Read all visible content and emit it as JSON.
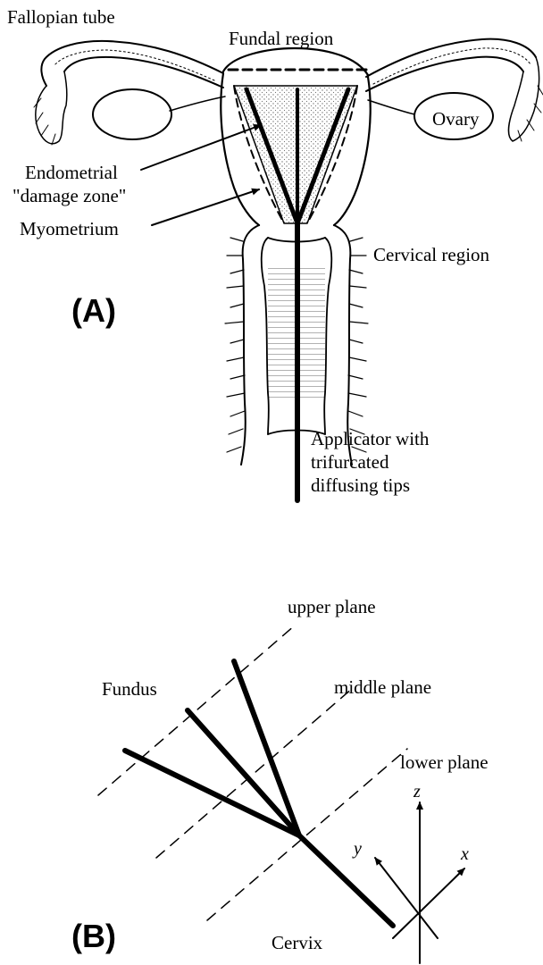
{
  "panel_a": {
    "panel_label": "(A)",
    "labels": {
      "fallopian_tube": "Fallopian tube",
      "fundal_region": "Fundal region",
      "ovary": "Ovary",
      "endometrial_line1": "Endometrial",
      "endometrial_line2": "\"damage zone\"",
      "myometrium": "Myometrium",
      "cervical_region": "Cervical region",
      "applicator_line1": "Applicator with",
      "applicator_line2": "trifurcated",
      "applicator_line3": "diffusing tips"
    }
  },
  "panel_b": {
    "panel_label": "(B)",
    "labels": {
      "upper_plane": "upper plane",
      "middle_plane": "middle plane",
      "lower_plane": "lower plane",
      "fundus": "Fundus",
      "cervix": "Cervix"
    },
    "axes": {
      "x": "x",
      "y": "y",
      "z": "z"
    }
  }
}
